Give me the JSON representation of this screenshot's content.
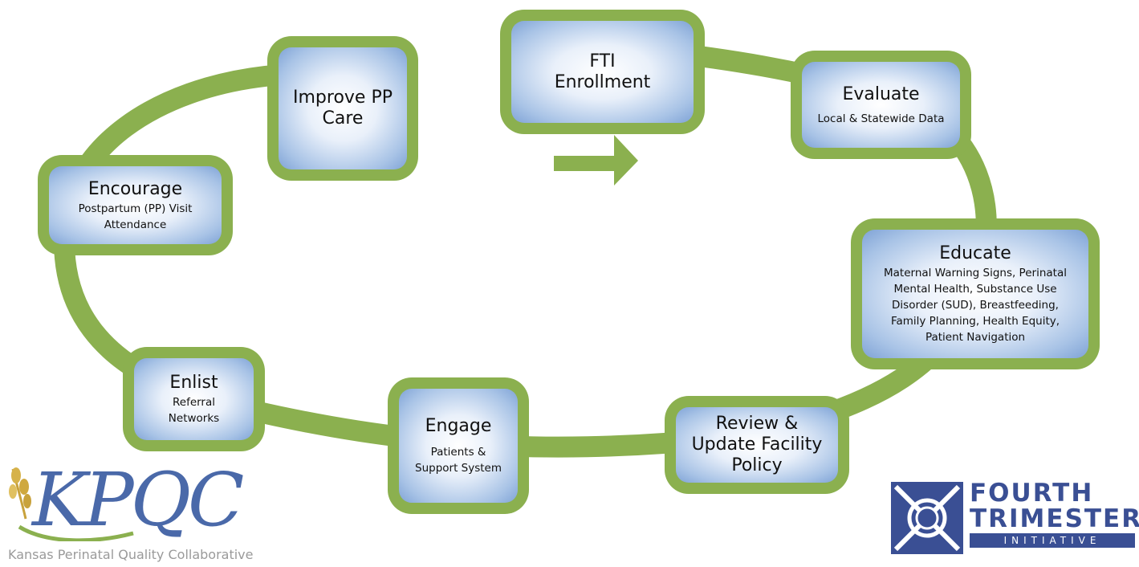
{
  "colors": {
    "ring": "#8bb04f",
    "box_border": "#8bb04f",
    "box_fill_center": "#ffffff",
    "box_fill_edge": "#7fa3d6",
    "logo_blue": "#3a4f94"
  },
  "steps": [
    {
      "id": "fti-enrollment",
      "title_lines": [
        "FTI",
        "Enrollment"
      ],
      "subtitle_lines": []
    },
    {
      "id": "evaluate",
      "title_lines": [
        "Evaluate"
      ],
      "subtitle_lines": [
        "Local & Statewide Data"
      ]
    },
    {
      "id": "educate",
      "title_lines": [
        "Educate"
      ],
      "subtitle_lines": [
        "Maternal Warning Signs, Perinatal",
        "Mental Health, Substance Use",
        "Disorder (SUD), Breastfeeding,",
        "Family Planning, Health Equity,",
        "Patient Navigation"
      ]
    },
    {
      "id": "review-update",
      "title_lines": [
        "Review &",
        "Update Facility",
        "Policy"
      ],
      "subtitle_lines": []
    },
    {
      "id": "engage",
      "title_lines": [
        "Engage"
      ],
      "subtitle_lines": [
        "Patients &",
        "Support System"
      ]
    },
    {
      "id": "enlist",
      "title_lines": [
        "Enlist"
      ],
      "subtitle_lines": [
        "Referral",
        "Networks"
      ]
    },
    {
      "id": "encourage",
      "title_lines": [
        "Encourage"
      ],
      "subtitle_lines": [
        "Postpartum (PP) Visit",
        "Attendance"
      ]
    },
    {
      "id": "improve-pp-care",
      "title_lines": [
        "Improve PP",
        "Care"
      ],
      "subtitle_lines": []
    }
  ],
  "logos": {
    "kpqc": {
      "wordmark": "KPQC",
      "tagline": "Kansas Perinatal Quality Collaborative"
    },
    "fourth_trimester": {
      "line1": "FOURTH",
      "line2": "TRIMESTER",
      "line3": "INITIATIVE"
    }
  }
}
